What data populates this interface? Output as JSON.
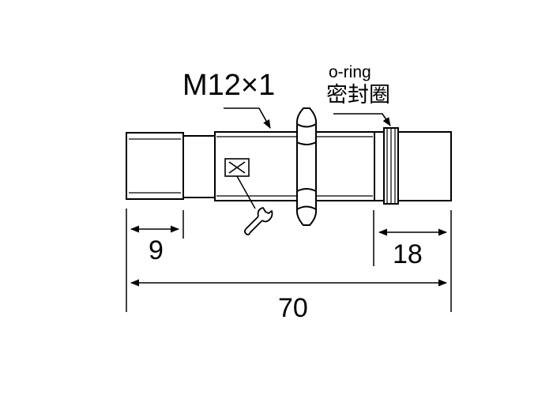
{
  "labels": {
    "thread": "M12×1",
    "oring_en": "o-ring",
    "oring_cn": "密封圈"
  },
  "dimensions": {
    "left_cap": "9",
    "right_cap": "18",
    "overall": "70"
  },
  "icons": [
    "led-indicator-icon",
    "wrench-icon"
  ],
  "colors": {
    "stroke": "#000000",
    "background": "#ffffff"
  }
}
